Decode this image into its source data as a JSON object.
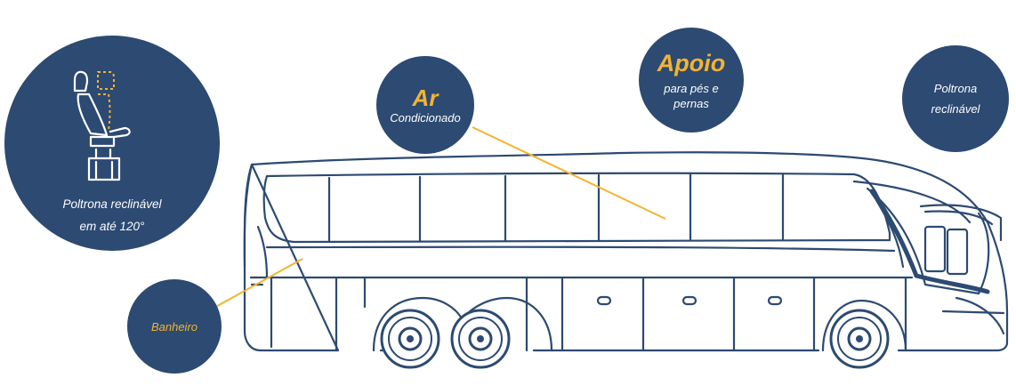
{
  "colors": {
    "navy": "#2c4a72",
    "gold": "#f3b431",
    "white": "#ffffff"
  },
  "features": {
    "seat": {
      "label_line1": "Poltrona reclinável",
      "label_line2": "em até 120°",
      "icon": "reclining-seat-icon"
    },
    "ar": {
      "title": "Ar",
      "subtitle": "Condicionado"
    },
    "apoio": {
      "title": "Apoio",
      "subtitle_line1": "para pés e",
      "subtitle_line2": "pernas"
    },
    "reclinavel": {
      "line1": "Poltrona",
      "line2": "reclinável"
    },
    "banheiro": {
      "title": "Banheiro"
    }
  },
  "bus": {
    "icon": "bus-icon"
  }
}
